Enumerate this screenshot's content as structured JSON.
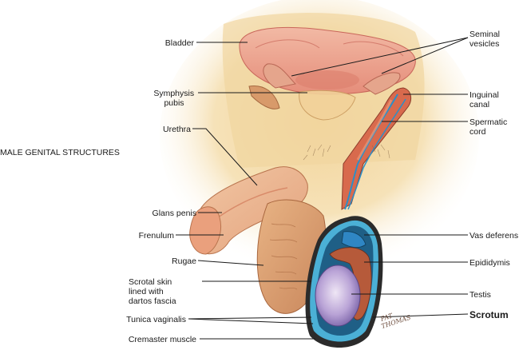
{
  "heading": "MALE GENITAL STRUCTURES",
  "labels": {
    "bladder": "Bladder",
    "seminal_vesicles": [
      "Seminal",
      "vesicles"
    ],
    "symphysis_pubis": [
      "Symphysis",
      "pubis"
    ],
    "inguinal_canal": [
      "Inguinal",
      "canal"
    ],
    "urethra": "Urethra",
    "spermatic_cord": [
      "Spermatic",
      "cord"
    ],
    "glans_penis": "Glans penis",
    "frenulum": "Frenulum",
    "vas_deferens": "Vas deferens",
    "rugae": "Rugae",
    "epididymis": "Epididymis",
    "scrotal_skin": [
      "Scrotal skin",
      "lined with",
      "dartos fascia"
    ],
    "testis": "Testis",
    "tunica_vaginalis": "Tunica vaginalis",
    "scrotum": "Scrotum",
    "cremaster_muscle": "Cremaster muscle"
  },
  "signature": [
    "PAT",
    "THOMAS"
  ]
}
